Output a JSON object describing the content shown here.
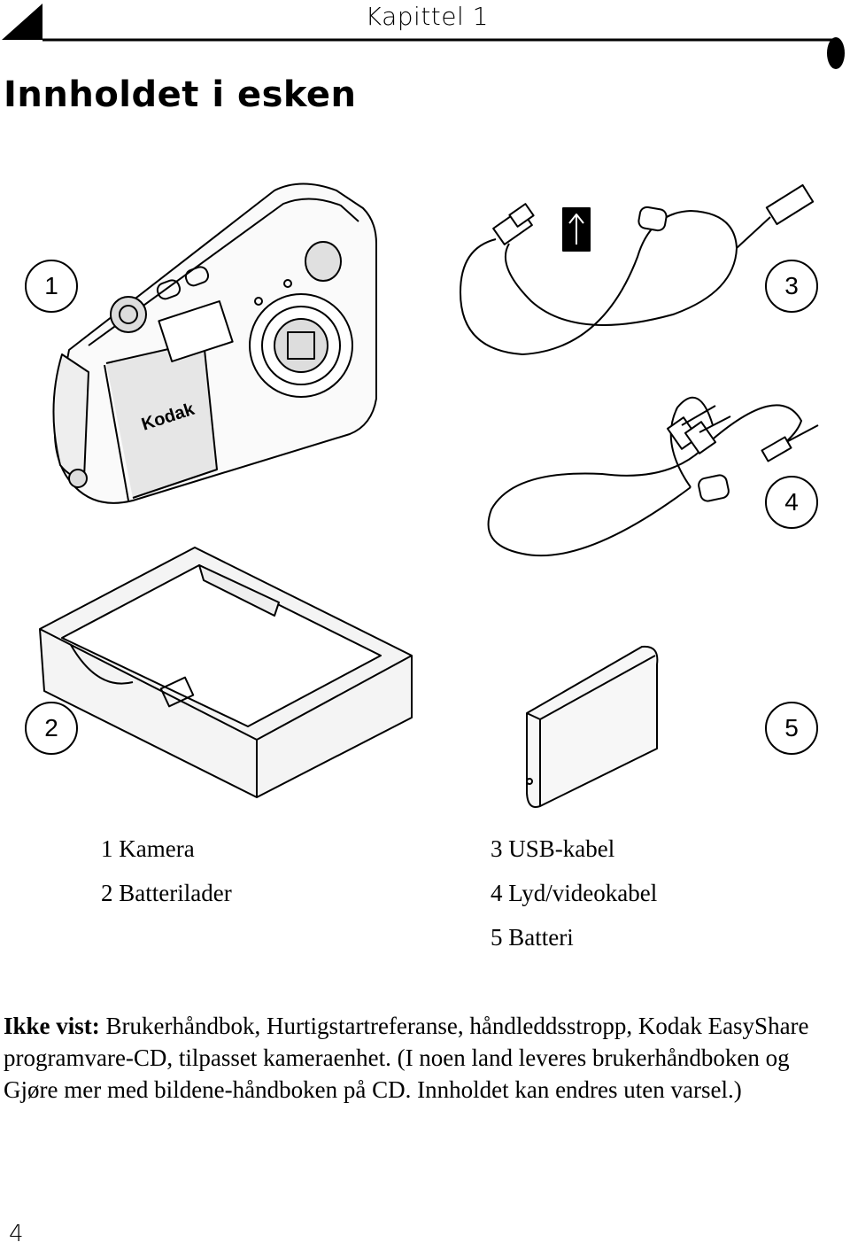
{
  "header": {
    "chapter": "Kapittel 1"
  },
  "title": "Innholdet i esken",
  "callouts": [
    "1",
    "2",
    "3",
    "4",
    "5"
  ],
  "legend": {
    "left": [
      "1 Kamera",
      "2 Batterilader"
    ],
    "right": [
      "3 USB-kabel",
      "4 Lyd/videokabel",
      "5 Batteri"
    ]
  },
  "camera_brand": "Kodak",
  "note": {
    "label": "Ikke vist:",
    "text": " Brukerhåndbok, Hurtigstartreferanse, håndleddsstropp, Kodak EasyShare programvare-CD, tilpasset kameraenhet. (I noen land leveres brukerhåndboken og Gjøre mer med bildene-håndboken på CD. Innholdet kan endres uten varsel.)"
  },
  "page_number": "4"
}
